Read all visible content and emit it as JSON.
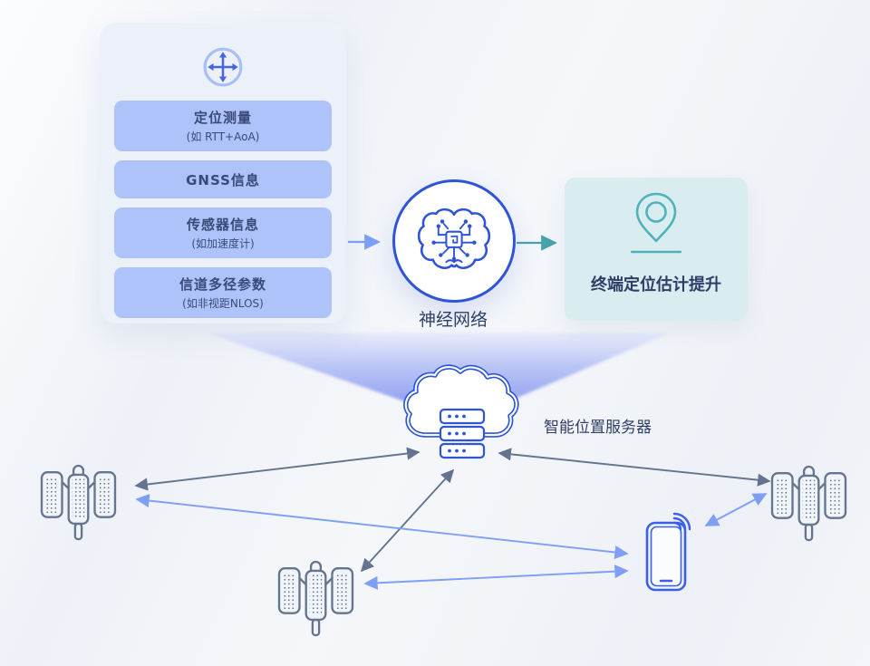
{
  "diagram": {
    "inputs": {
      "icon": "move-crosshair-icon",
      "boxes": [
        {
          "title": "定位测量",
          "subtitle": "(如 RTT+AoA)"
        },
        {
          "title": "GNSS信息",
          "subtitle": ""
        },
        {
          "title": "传感器信息",
          "subtitle": "(如加速度计)"
        },
        {
          "title": "信道多径参数",
          "subtitle": "(如非视距NLOS)"
        }
      ]
    },
    "neural": {
      "label": "神经网络",
      "icon": "brain-circuit-icon"
    },
    "output": {
      "label": "终端定位估计提升",
      "icon": "location-pin-icon"
    },
    "cloud": {
      "label": "智能位置服务器",
      "icon": "cloud-server-icon"
    },
    "network_icons": [
      "base-station-icon",
      "base-station-icon",
      "base-station-icon",
      "smartphone-icon",
      "wifi-signal-icon"
    ],
    "colors": {
      "accent_blue": "#2e55d8",
      "input_box_blue": "#aec3fa",
      "panel_gray": "#ecf0f8",
      "output_teal_bg": "#d9edf0",
      "teal": "#47aab0",
      "slate": "#66758e",
      "arrow_slate": "#64748f",
      "arrow_blue": "#7d9ff4",
      "funnel_top": "#dfe5fa",
      "funnel_bottom": "#8d9cef",
      "text_dark": "#2e3f66"
    }
  }
}
